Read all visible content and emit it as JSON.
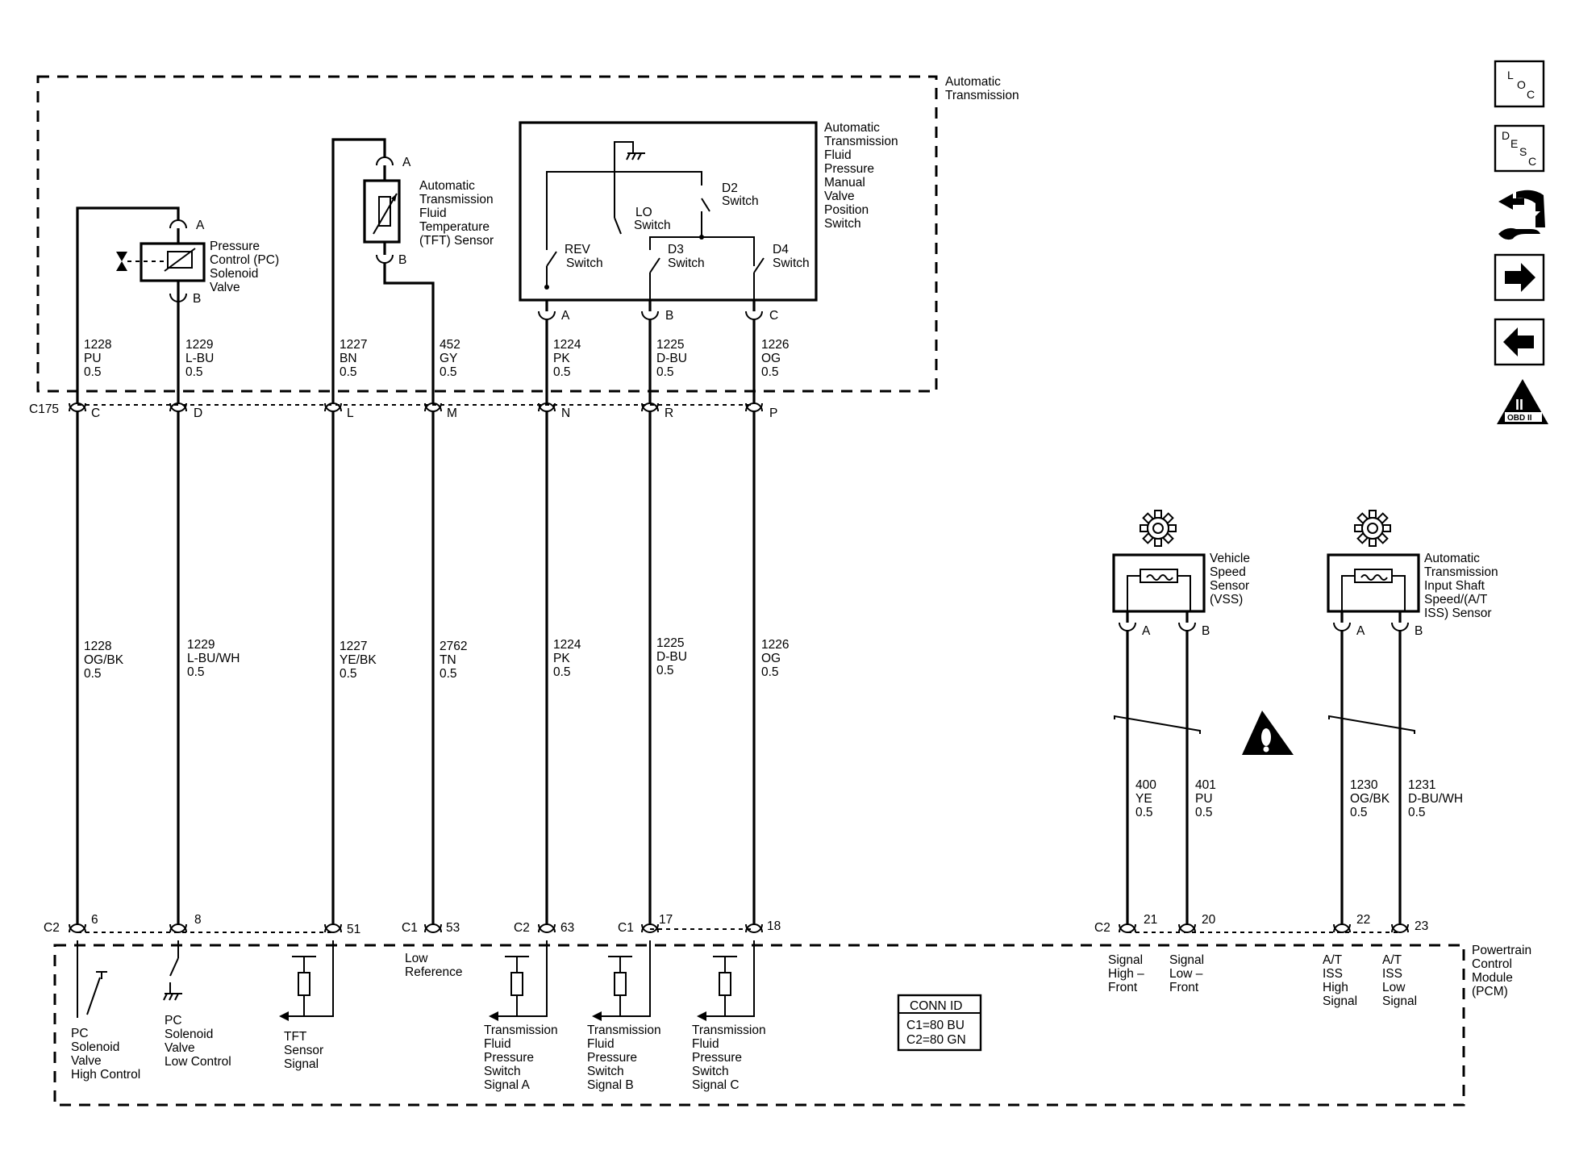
{
  "components": {
    "automatic_transmission": [
      "Automatic",
      "Transmission"
    ],
    "pc_solenoid": [
      "Pressure",
      "Control (PC)",
      "Solenoid",
      "Valve"
    ],
    "tft_sensor": [
      "Automatic",
      "Transmission",
      "Fluid",
      "Temperature",
      "(TFT) Sensor"
    ],
    "pressure_switch": [
      "Automatic",
      "Transmission",
      "Fluid",
      "Pressure",
      "Manual",
      "Valve",
      "Position",
      "Switch"
    ],
    "vss": [
      "Vehicle",
      "Speed",
      "Sensor",
      "(VSS)"
    ],
    "iss": [
      "Automatic",
      "Transmission",
      "Input Shaft",
      "Speed/(A/T",
      "ISS) Sensor"
    ],
    "pcm": [
      "Powertrain",
      "Control",
      "Module",
      "(PCM)"
    ]
  },
  "switches": {
    "d2": [
      "D2",
      "Switch"
    ],
    "lo": [
      "LO",
      "Switch"
    ],
    "rev": [
      "REV",
      "Switch"
    ],
    "d3": [
      "D3",
      "Switch"
    ],
    "d4": [
      "D4",
      "Switch"
    ]
  },
  "connectors": {
    "c175": "C175",
    "c2": "C2",
    "c1": "C1"
  },
  "pins": {
    "pc_a": "A",
    "pc_b": "B",
    "tft_a": "A",
    "tft_b": "B",
    "sw_a": "A",
    "sw_b": "B",
    "sw_c": "C",
    "c175": [
      "C",
      "D",
      "L",
      "M",
      "N",
      "R",
      "P"
    ],
    "pcm": [
      "6",
      "8",
      "51",
      "53",
      "63",
      "17",
      "18",
      "21",
      "20",
      "22",
      "23"
    ],
    "vss_a": "A",
    "vss_b": "B",
    "iss_a": "A",
    "iss_b": "B"
  },
  "wires_upper": [
    [
      "1228",
      "PU",
      "0.5"
    ],
    [
      "1229",
      "L-BU",
      "0.5"
    ],
    [
      "1227",
      "BN",
      "0.5"
    ],
    [
      "452",
      "GY",
      "0.5"
    ],
    [
      "1224",
      "PK",
      "0.5"
    ],
    [
      "1225",
      "D-BU",
      "0.5"
    ],
    [
      "1226",
      "OG",
      "0.5"
    ]
  ],
  "wires_lower": [
    [
      "1228",
      "OG/BK",
      "0.5"
    ],
    [
      "1229",
      "L-BU/WH",
      "0.5"
    ],
    [
      "1227",
      "YE/BK",
      "0.5"
    ],
    [
      "2762",
      "TN",
      "0.5"
    ],
    [
      "1224",
      "PK",
      "0.5"
    ],
    [
      "1225",
      "D-BU",
      "0.5"
    ],
    [
      "1226",
      "OG",
      "0.5"
    ]
  ],
  "wires_sensor": [
    [
      "400",
      "YE",
      "0.5"
    ],
    [
      "401",
      "PU",
      "0.5"
    ],
    [
      "1230",
      "OG/BK",
      "0.5"
    ],
    [
      "1231",
      "D-BU/WH",
      "0.5"
    ]
  ],
  "pcm_circuits": {
    "pc_high": [
      "PC",
      "Solenoid",
      "Valve",
      "High Control"
    ],
    "pc_low": [
      "PC",
      "Solenoid",
      "Valve",
      "Low Control"
    ],
    "tft_signal": [
      "TFT",
      "Sensor",
      "Signal"
    ],
    "low_ref": [
      "Low",
      "Reference"
    ],
    "sig_a": [
      "Transmission",
      "Fluid",
      "Pressure",
      "Switch",
      "Signal A"
    ],
    "sig_b": [
      "Transmission",
      "Fluid",
      "Pressure",
      "Switch",
      "Signal B"
    ],
    "sig_c": [
      "Transmission",
      "Fluid",
      "Pressure",
      "Switch",
      "Signal C"
    ],
    "vss_high": [
      "Signal",
      "High –",
      "Front"
    ],
    "vss_low": [
      "Signal",
      "Low –",
      "Front"
    ],
    "iss_high": [
      "A/T",
      "ISS",
      "High",
      "Signal"
    ],
    "iss_low": [
      "A/T",
      "ISS",
      "Low",
      "Signal"
    ]
  },
  "conn_id": {
    "title": "CONN ID",
    "lines": [
      "C1=80 BU",
      "C2=80 GN"
    ]
  },
  "nav": {
    "loc": [
      "L",
      "O",
      "C"
    ],
    "desc": [
      "D",
      "E",
      "S",
      "C"
    ],
    "obd": [
      "II",
      "OBD II"
    ]
  },
  "icons": [
    "loc-icon",
    "desc-icon",
    "connector-view-icon",
    "next-arrow-icon",
    "previous-arrow-icon",
    "obd-ii-icon",
    "caution-icon",
    "gear-icon"
  ]
}
